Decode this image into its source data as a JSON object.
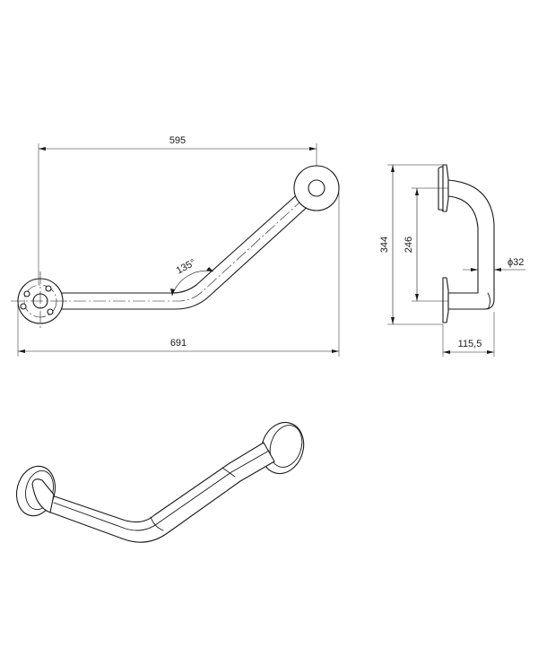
{
  "dimensions": {
    "top_width": "595",
    "overall_width": "691",
    "angle": "135°",
    "side_height": "344",
    "side_spacing": "246",
    "tube_diameter": "ϕ32",
    "projection": "115,5"
  }
}
